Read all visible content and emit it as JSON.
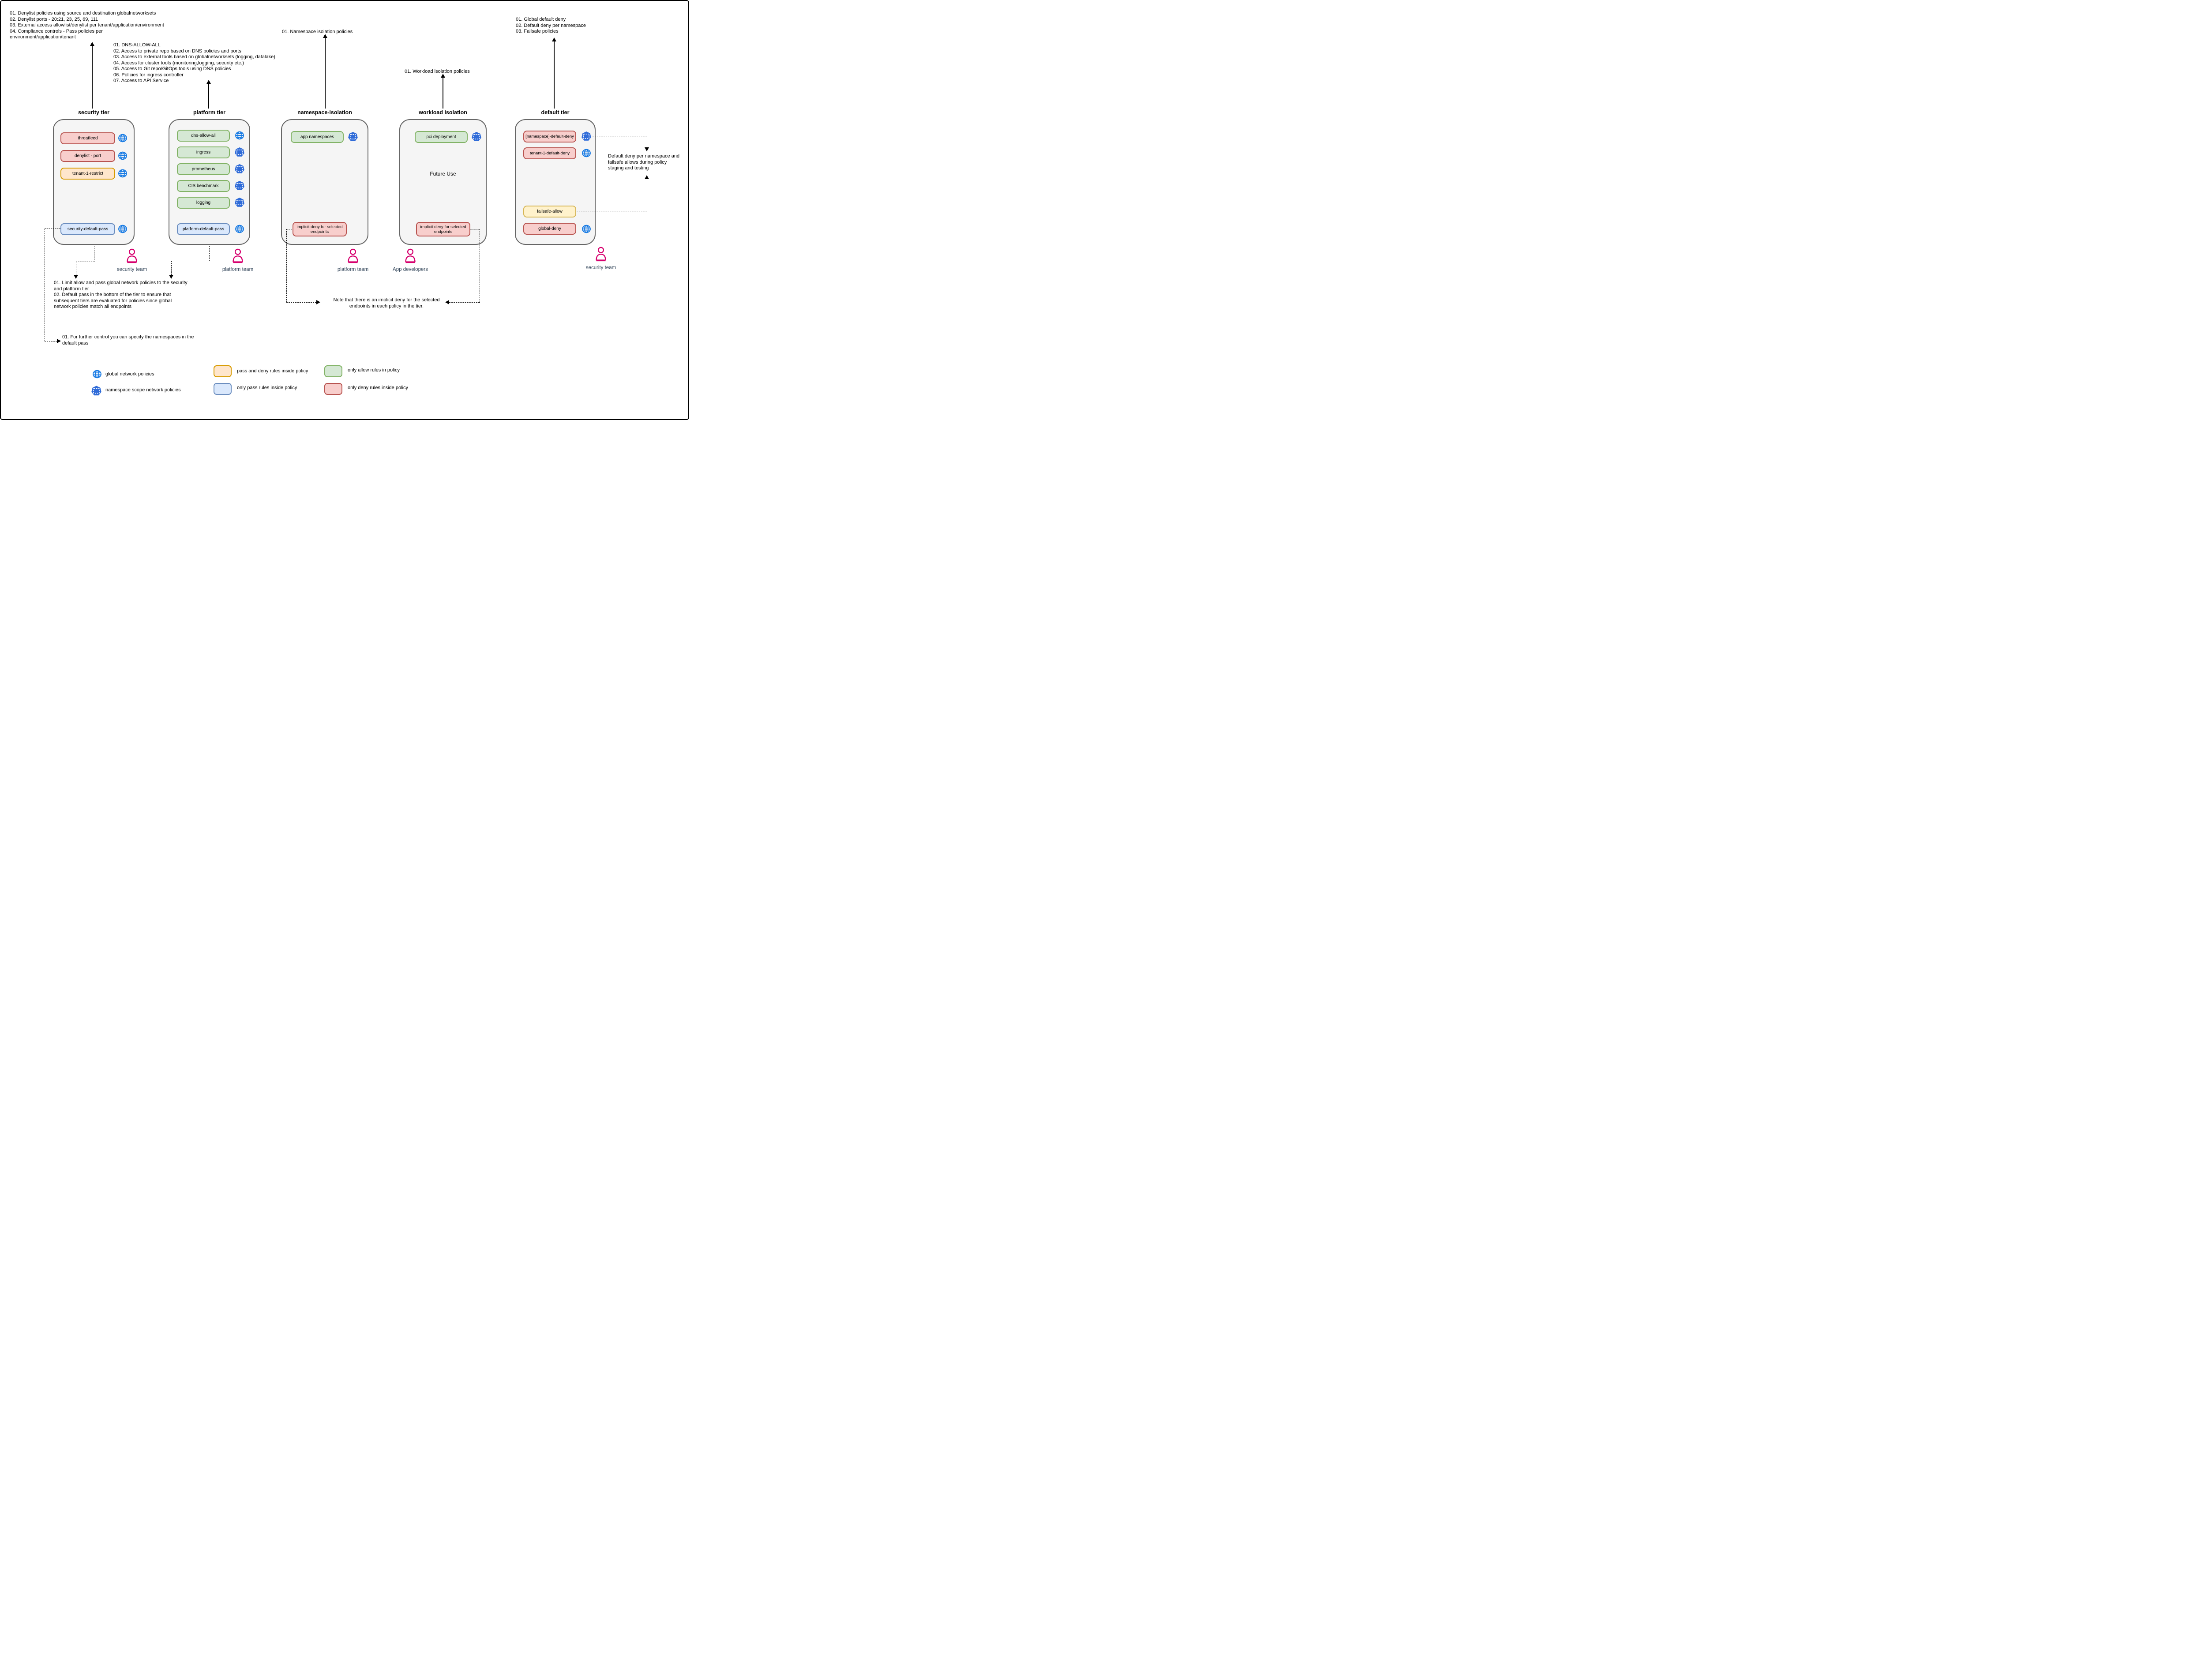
{
  "top_notes": {
    "security": [
      "01. Denylist policies using source and destination globalnetworksets",
      "02. Denylist ports - 20:21, 23, 25, 69, 111",
      "03. External access allowlist/denylist per tenant/application/environment",
      "04. Compliance controls - Pass policies per",
      "environment/application/tenant"
    ],
    "platform": [
      "01. DNS-ALLOW-ALL",
      "02. Access to private repo based on DNS policies and ports",
      "03. Access to external tools based on globalnetworksets (logging, datalake)",
      "04. Access for cluster tools (monitoring,logging, security etc.)",
      "05. Access to Git repo/GitOps tools using DNS policies",
      "06. Policies for ingress controller",
      "07. Access to API Service"
    ],
    "namespace_isolation": "01. Namespace isolation policies",
    "workload_isolation": "01. Workload isolation policies",
    "default_tier": [
      "01. Global default deny",
      "02. Default deny per namespace",
      "03. Failsafe policies"
    ]
  },
  "tiers": [
    {
      "title": "security tier",
      "policies": [
        {
          "label": "threatfeed",
          "scope": "global"
        },
        {
          "label": "denylist - port",
          "scope": "global"
        },
        {
          "label": "tenant-1-restrict",
          "scope": "global"
        },
        {
          "label": "security-default-pass",
          "scope": "global"
        }
      ]
    },
    {
      "title": "platform tier",
      "policies": [
        {
          "label": "dns-allow-all",
          "scope": "global"
        },
        {
          "label": "ingress",
          "scope": "namespace"
        },
        {
          "label": "prometheus",
          "scope": "namespace"
        },
        {
          "label": "CIS benchmark",
          "scope": "namespace"
        },
        {
          "label": "logging",
          "scope": "namespace"
        },
        {
          "label": "platform-default-pass",
          "scope": "global"
        }
      ]
    },
    {
      "title": "namespace-isolation",
      "policies": [
        {
          "label": "app namespaces",
          "scope": "namespace"
        },
        {
          "label": "implicit deny for selected endpoints",
          "scope": ""
        }
      ]
    },
    {
      "title": "workload isolation",
      "center_label": "Future Use",
      "policies": [
        {
          "label": "pci deployment",
          "scope": "namespace"
        },
        {
          "label": "implicit deny for selected endpoints",
          "scope": ""
        }
      ]
    },
    {
      "title": "default tier",
      "policies": [
        {
          "label": "[namespace]-default-deny",
          "scope": "namespace"
        },
        {
          "label": "tenant-1-default-deny",
          "scope": "global"
        },
        {
          "label": "failsafe-allow",
          "scope": ""
        },
        {
          "label": "global-deny",
          "scope": "global"
        }
      ]
    }
  ],
  "teams": [
    {
      "label": "security team"
    },
    {
      "label": "platform team"
    },
    {
      "label": "platform team"
    },
    {
      "label": "App developers"
    },
    {
      "label": "security team"
    }
  ],
  "bottom_notes": {
    "tier_guidance": [
      "01. Limit allow and pass global network policies to the security",
      "and platform tier",
      "02. Default pass in the bottom of the tier to ensure that",
      "subsequent tiers are evaluated for policies since global",
      "network policies match all endpoints"
    ],
    "implicit_deny": [
      "Note that there is an implicit deny for the selected",
      "endpoints in each policy in the tier."
    ],
    "further_control": [
      "01. For further control you can specify the namespaces in the",
      "default pass"
    ],
    "staging": [
      "Default deny per namespace and",
      "failsafe allows during policy",
      "staging and testing"
    ]
  },
  "legend": {
    "items": [
      {
        "icon": "globe",
        "label": "global network policies"
      },
      {
        "icon": "namespace",
        "label": "namespace scope network policies"
      },
      {
        "swatch": "pass-deny",
        "label": "pass and deny rules inside policy"
      },
      {
        "swatch": "pass",
        "label": "only pass rules inside policy"
      },
      {
        "swatch": "allow",
        "label": "only allow rules in policy"
      },
      {
        "swatch": "deny",
        "label": "only deny rules inside policy"
      }
    ]
  },
  "colors": {
    "deny_fill": "#f8cecc",
    "deny_border": "#b85450",
    "allow_fill": "#d5e8d4",
    "allow_border": "#82b366",
    "pass_fill": "#dae8fc",
    "pass_border": "#6c8ebf",
    "pass_deny_fill": "#ffe6cc",
    "pass_deny_border": "#d79b00",
    "failsafe_fill": "#fff2cc",
    "failsafe_border": "#d6b656",
    "container_fill": "#f5f5f5",
    "container_border": "#666666",
    "globe_icon": "#187be4",
    "namespace_icon": "#2f6bd8",
    "person": "#d6006e"
  }
}
